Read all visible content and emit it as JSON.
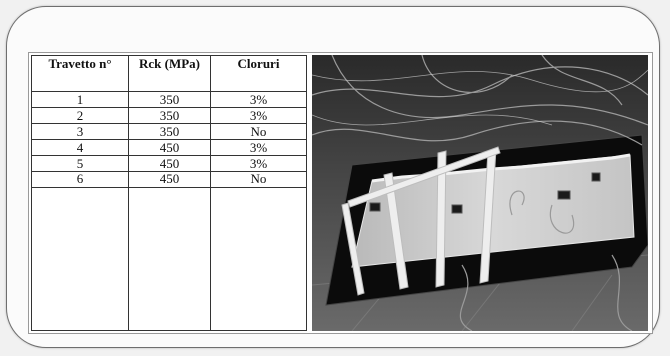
{
  "table": {
    "headers": [
      "Travetto n°",
      "Rck (MPa)",
      "Cloruri"
    ],
    "rows": [
      [
        "1",
        "350",
        "3%"
      ],
      [
        "2",
        "350",
        "3%"
      ],
      [
        "3",
        "350",
        "No"
      ],
      [
        "4",
        "450",
        "3%"
      ],
      [
        "5",
        "450",
        "3%"
      ],
      [
        "6",
        "450",
        "No"
      ]
    ]
  }
}
